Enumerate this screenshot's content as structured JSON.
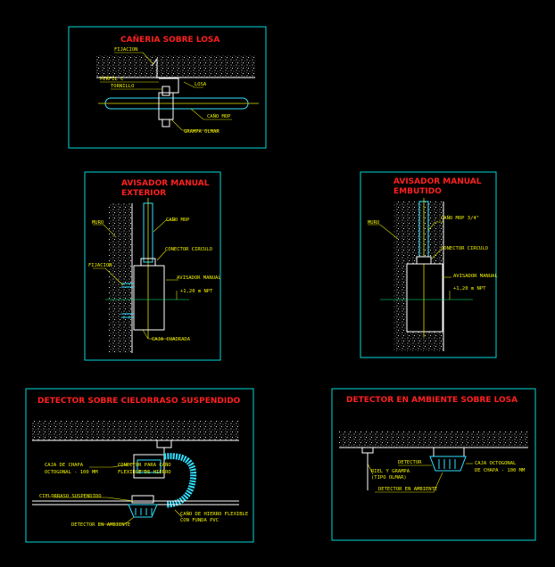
{
  "colors": {
    "frame": "#00d7d7",
    "title": "#ff2020",
    "label": "#f0f000",
    "pipe": "#30e0ff",
    "background": "#000000"
  },
  "detail1": {
    "title": "CAÑERIA SOBRE LOSA",
    "labels": {
      "fijacion": "FIJACION",
      "perfil": "PERFIL C",
      "tornillo": "TORNILLO",
      "losa": "LOSA",
      "cano": "CAÑO MOP",
      "grampa": "GRAMPA OLMAR"
    }
  },
  "detail2": {
    "title_line1": "AVISADOR MANUAL",
    "title_line2": "EXTERIOR",
    "labels": {
      "muro": "MURO",
      "cano": "CAÑO MOP",
      "conector": "CONECTOR CIRCULO",
      "fijacion": "FIJACION",
      "avisador": "AVISADOR MANUAL",
      "nivel": "+1,20 m NPT",
      "caja": "CAJA CUADRADA"
    }
  },
  "detail3": {
    "title_line1": "AVISADOR MANUAL",
    "title_line2": "EMBUTIDO",
    "labels": {
      "muro": "MURO",
      "cano": "CAÑO MOP 3/4\"",
      "conector": "CONECTOR CIRCULO",
      "avisador": "AVISADOR MANUAL",
      "nivel": "+1,20 m NPT"
    }
  },
  "detail4": {
    "title": "DETECTOR SOBRE CIELORRASO SUSPENDIDO",
    "labels": {
      "caja_l1": "CAJA DE CHAPA",
      "caja_l2": "OCTOGONAL - 100 MM",
      "conector_l1": "CONECTOR PARA CAÑO",
      "conector_l2": "FLEXIBLE DE HIERRO",
      "cielorraso": "CIELORRASO SUSPENDIDO",
      "flex_l1": "CAÑO DE HIERRO FLEXIBLE",
      "flex_l2": "CON FUNDA PVC",
      "detector": "DETECTOR EN AMBIENTE"
    }
  },
  "detail5": {
    "title": "DETECTOR EN AMBIENTE SOBRE LOSA",
    "labels": {
      "detector_top": "DETECTOR",
      "riel_l1": "RIEL Y GRAMPA",
      "riel_l2": "(TIPO OLMAR)",
      "caja_l1": "CAJA OCTOGONAL",
      "caja_l2": "DE CHAPA - 100 MM",
      "detector": "DETECTOR EN AMBIENTE"
    }
  }
}
